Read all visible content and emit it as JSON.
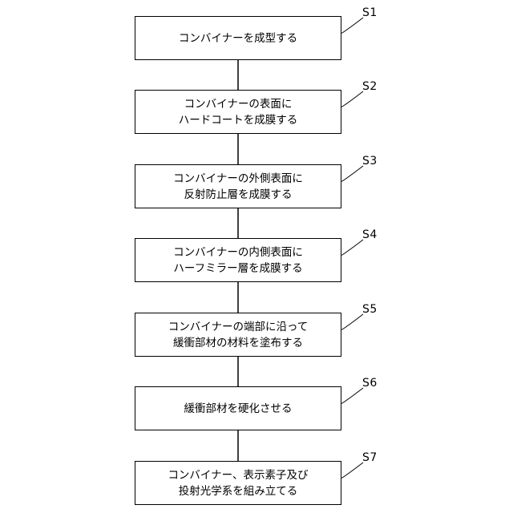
{
  "steps": [
    {
      "id": "S1",
      "lines": [
        "コンバイナーを成型する"
      ]
    },
    {
      "id": "S2",
      "lines": [
        "コンバイナーの表面に",
        "ハードコートを成膜する"
      ]
    },
    {
      "id": "S3",
      "lines": [
        "コンバイナーの外側表面に",
        "反射防止層を成膜する"
      ]
    },
    {
      "id": "S4",
      "lines": [
        "コンバイナーの内側表面に",
        "ハーフミラー層を成膜する"
      ]
    },
    {
      "id": "S5",
      "lines": [
        "コンバイナーの端部に沿って",
        "緩衝部材の材料を塗布する"
      ]
    },
    {
      "id": "S6",
      "lines": [
        "緩衝部材を硬化させる"
      ]
    },
    {
      "id": "S7",
      "lines": [
        "コンバイナー、表示素子及び",
        "投射光学系を組み立てる"
      ]
    }
  ]
}
